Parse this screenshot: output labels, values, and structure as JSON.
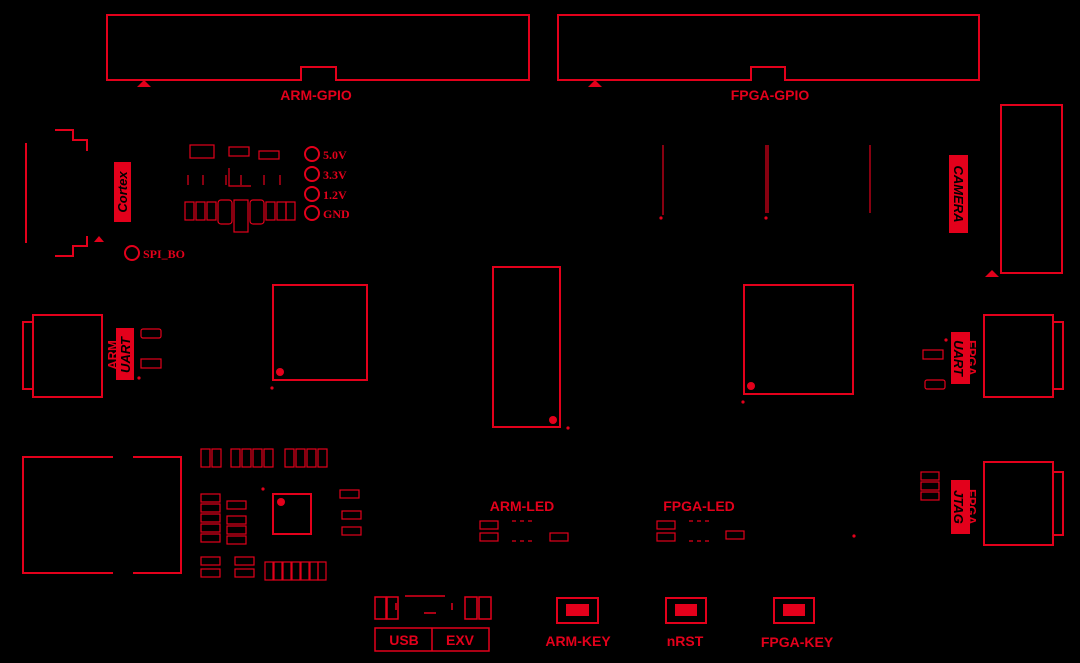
{
  "colors": {
    "background": "#000000",
    "silkscreen": "#e3001b"
  },
  "headers": {
    "arm_gpio": "ARM-GPIO",
    "fpga_gpio": "FPGA-GPIO"
  },
  "side_labels": {
    "cortex": "Cortex",
    "camera": "CAMERA",
    "arm_uart_top": "ARM",
    "arm_uart_tag": "UART",
    "fpga_uart_top": "FPGA",
    "fpga_uart_tag": "UART",
    "fpga_jtag_top": "FPGA",
    "fpga_jtag_tag": "JTAG"
  },
  "testpoints": [
    "5.0V",
    "3.3V",
    "1.2V",
    "GND"
  ],
  "spi_boot": "SPI_BO",
  "leds": {
    "arm": "ARM-LED",
    "fpga": "FPGA-LED"
  },
  "power": {
    "usb": "USB",
    "exv": "EXV"
  },
  "keys": {
    "arm": "ARM-KEY",
    "reset": "nRST",
    "fpga": "FPGA-KEY"
  }
}
